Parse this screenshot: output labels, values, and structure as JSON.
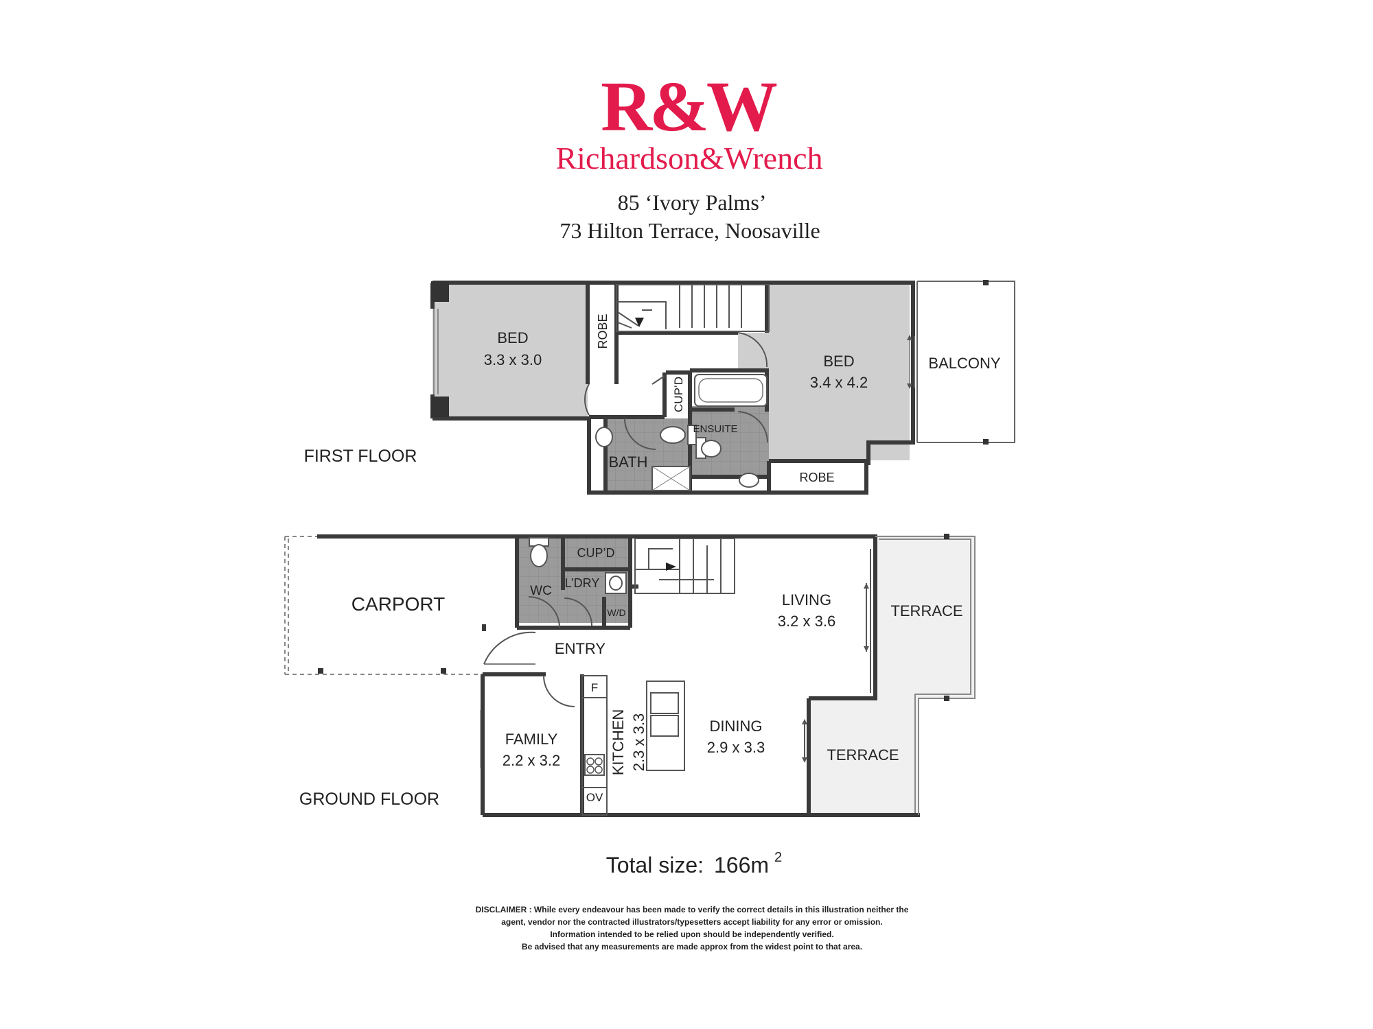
{
  "brand": {
    "logo_text": "R&W",
    "name": "Richardson&Wrench",
    "color": "#e31b4c"
  },
  "address": {
    "line1": "85 ‘Ivory Palms’",
    "line2": "73 Hilton Terrace, Noosaville"
  },
  "floors": {
    "first": "FIRST FLOOR",
    "ground": "GROUND FLOOR"
  },
  "first_floor": {
    "bed1": {
      "name": "BED",
      "size": "3.3 x 3.0"
    },
    "robe1": "ROBE",
    "bed2": {
      "name": "BED",
      "size": "3.4 x 4.2"
    },
    "balcony": "BALCONY",
    "cupd": "CUP’D",
    "ensuite": "ENSUITE",
    "bath": "BATH",
    "robe2": "ROBE"
  },
  "ground_floor": {
    "carport": "CARPORT",
    "wc": "WC",
    "cupd": "CUP’D",
    "ldry": "L’DRY",
    "wd": "W/D",
    "entry": "ENTRY",
    "living": {
      "name": "LIVING",
      "size": "3.2 x 3.6"
    },
    "terrace1": "TERRACE",
    "terrace2": "TERRACE",
    "family": {
      "name": "FAMILY",
      "size": "2.2 x 3.2"
    },
    "fridge": "F",
    "kitchen": {
      "name": "KITCHEN",
      "size": "2.3 x 3.3"
    },
    "oven": "OV",
    "dining": {
      "name": "DINING",
      "size": "2.9 x 3.3"
    }
  },
  "total": {
    "label": "Total size:",
    "value": "166m",
    "superscript": "2"
  },
  "disclaimer": {
    "line1": "DISCLAIMER : While every endeavour has been made to verify the correct details in this illustration neither the",
    "line2": "agent, vendor nor the contracted illustrators/typesetters accept liability for any error or omission.",
    "line3": "Information intended to be relied upon should be independently verified.",
    "line4": "Be advised that any measurements are made approx from the widest point to that area."
  }
}
